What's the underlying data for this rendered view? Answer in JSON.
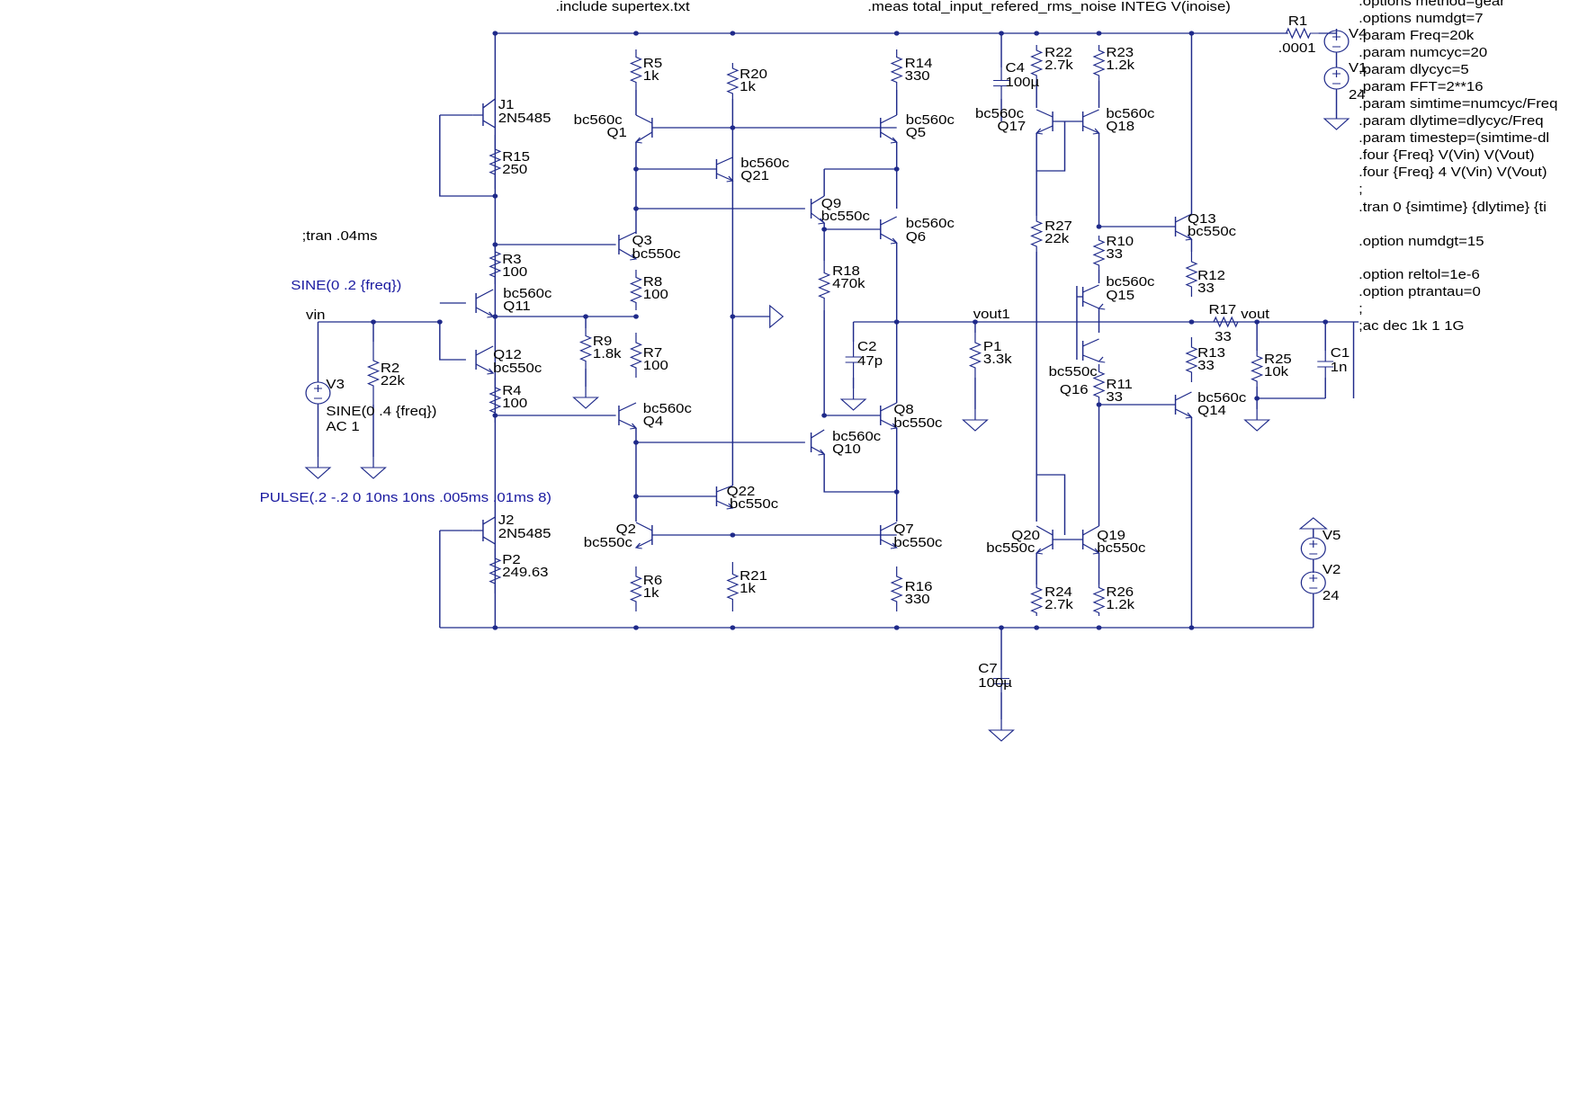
{
  "directives_top": [
    ".include supertex.txt",
    ".meas total_input_refered_rms_noise INTEG V(inoise)"
  ],
  "directives_side": [
    ".options method=gear",
    ".options numdgt=7",
    ".param Freq=20k",
    ".param numcyc=20",
    ".param dlycyc=5",
    ".param FFT=2**16",
    ".param simtime=numcyc/Freq",
    ".param dlytime=dlycyc/Freq",
    ".param timestep=(simtime-dl",
    ".four {Freq} V(Vin) V(Vout)",
    ".four {Freq} 4 V(Vin) V(Vout)",
    ";",
    ".tran 0 {simtime} {dlytime} {ti",
    ".option numdgt=15",
    ".option reltol=1e-6",
    ".option ptrantau=0",
    ";",
    ";ac dec 1k 1 1G"
  ],
  "comment_tran": ";tran .04ms",
  "source_sine1": "SINE(0 .2 {freq})",
  "source_pulse": "PULSE(.2 -.2 0 10ns 10ns .005ms .01ms 8)",
  "v3_sine": "SINE(0 .4 {freq})",
  "v3_ac": "AC 1",
  "nets": {
    "vin": "vin",
    "vout1": "vout1",
    "vout": "vout"
  },
  "resistors": [
    {
      "name": "R1",
      "value": ".0001"
    },
    {
      "name": "R2",
      "value": "22k"
    },
    {
      "name": "R3",
      "value": "100"
    },
    {
      "name": "R4",
      "value": "100"
    },
    {
      "name": "R5",
      "value": "1k"
    },
    {
      "name": "R6",
      "value": "1k"
    },
    {
      "name": "R7",
      "value": "100"
    },
    {
      "name": "R8",
      "value": "100"
    },
    {
      "name": "R9",
      "value": "1.8k"
    },
    {
      "name": "R10",
      "value": "33"
    },
    {
      "name": "R11",
      "value": "33"
    },
    {
      "name": "R12",
      "value": "33"
    },
    {
      "name": "R13",
      "value": "33"
    },
    {
      "name": "R14",
      "value": "330"
    },
    {
      "name": "R15",
      "value": "250"
    },
    {
      "name": "R16",
      "value": "330"
    },
    {
      "name": "R17",
      "value": "33"
    },
    {
      "name": "R18",
      "value": "470k"
    },
    {
      "name": "R20",
      "value": "1k"
    },
    {
      "name": "R21",
      "value": "1k"
    },
    {
      "name": "R22",
      "value": "2.7k"
    },
    {
      "name": "R23",
      "value": "1.2k"
    },
    {
      "name": "R24",
      "value": "2.7k"
    },
    {
      "name": "R25",
      "value": "10k"
    },
    {
      "name": "R26",
      "value": "1.2k"
    },
    {
      "name": "R27",
      "value": "22k"
    },
    {
      "name": "P1",
      "value": "3.3k"
    },
    {
      "name": "P2",
      "value": "249.63"
    }
  ],
  "capacitors": [
    {
      "name": "C1",
      "value": "1n"
    },
    {
      "name": "C2",
      "value": "47p"
    },
    {
      "name": "C4",
      "value": "100µ"
    },
    {
      "name": "C7",
      "value": "100µ"
    }
  ],
  "transistors": [
    {
      "name": "Q1",
      "model": "bc560c"
    },
    {
      "name": "Q2",
      "model": "bc550c"
    },
    {
      "name": "Q3",
      "model": "bc550c"
    },
    {
      "name": "Q4",
      "model": "bc560c"
    },
    {
      "name": "Q5",
      "model": "bc560c"
    },
    {
      "name": "Q6",
      "model": "bc560c"
    },
    {
      "name": "Q7",
      "model": "bc550c"
    },
    {
      "name": "Q8",
      "model": "bc550c"
    },
    {
      "name": "Q9",
      "model": "bc550c"
    },
    {
      "name": "Q10",
      "model": "bc560c"
    },
    {
      "name": "Q11",
      "model": "bc560c"
    },
    {
      "name": "Q12",
      "model": "bc550c"
    },
    {
      "name": "Q13",
      "model": "bc550c"
    },
    {
      "name": "Q14",
      "model": "bc560c"
    },
    {
      "name": "Q15",
      "model": "bc560c"
    },
    {
      "name": "Q16",
      "model": "bc550c"
    },
    {
      "name": "Q17",
      "model": "bc560c"
    },
    {
      "name": "Q18",
      "model": "bc560c"
    },
    {
      "name": "Q19",
      "model": "bc550c"
    },
    {
      "name": "Q20",
      "model": "bc550c"
    },
    {
      "name": "Q21",
      "model": "bc560c"
    },
    {
      "name": "Q22",
      "model": "bc550c"
    },
    {
      "name": "J1",
      "model": "2N5485"
    },
    {
      "name": "J2",
      "model": "2N5485"
    }
  ],
  "voltage_sources": [
    {
      "name": "V1",
      "value": "24"
    },
    {
      "name": "V2",
      "value": "24"
    },
    {
      "name": "V3",
      "value": ""
    },
    {
      "name": "V4",
      "value": ""
    },
    {
      "name": "V5",
      "value": ""
    }
  ],
  "colors": {
    "wire": "#1f2a8a",
    "text": "#000000",
    "source_text": "#1a1aa0",
    "background": "#ffffff"
  }
}
